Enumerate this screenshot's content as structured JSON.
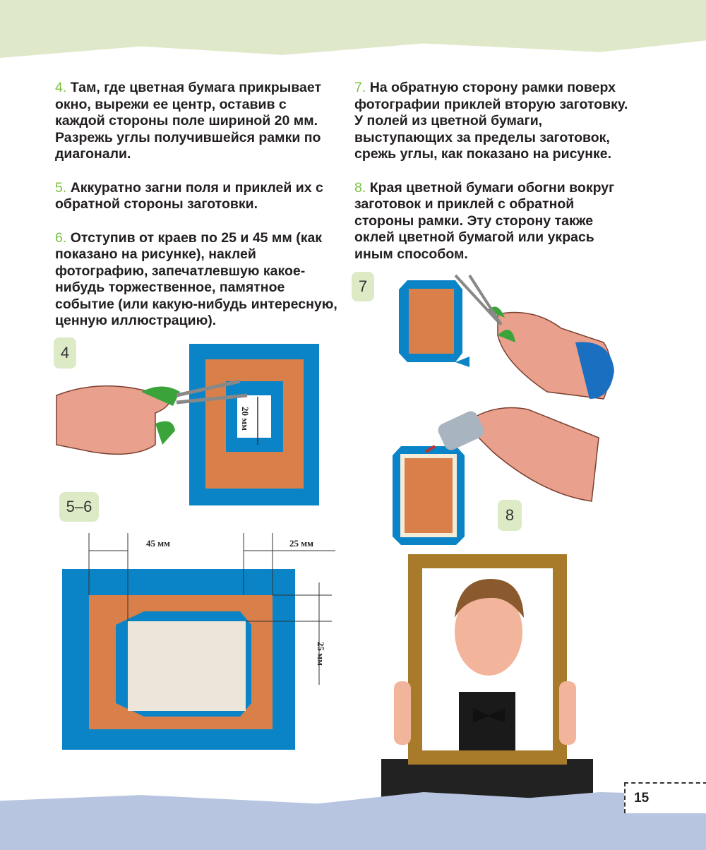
{
  "steps_left": [
    {
      "num": "4.",
      "text": "Там, где цветная бумага прикрывает окно, вырежи ее центр, оставив с каждой стороны поле шириной 20 мм. Разрежь углы получившейся рамки по диагонали."
    },
    {
      "num": "5.",
      "text": "Аккуратно загни поля и приклей их с обратной стороны заготовки."
    },
    {
      "num": "6.",
      "text": "Отступив от краев по 25 и 45 мм (как показано на рисунке), наклей фотографию, запечатлевшую какое-нибудь торжественное, памятное событие (или какую-нибудь интересную, ценную иллюстрацию)."
    }
  ],
  "steps_right": [
    {
      "num": "7.",
      "text": "На обратную сторону рамки поверх фотографии приклей вторую заготовку. У полей из цветной бумаги, выступающих за пределы заготовок, срежь углы, как показано на рисунке."
    },
    {
      "num": "8.",
      "text": "Края цветной бумаги обогни вокруг заготовок и приклей с обратной стороны рамки. Эту сторону также оклей цветной бумагой или укрась иным способом."
    }
  ],
  "badges": {
    "step4": "4",
    "step56": "5–6",
    "step7": "7",
    "step8": "8"
  },
  "dimensions": {
    "inner_margin": "20 мм",
    "left": "45 мм",
    "right": "25 мм",
    "vertical": "25 мм"
  },
  "page_number": "15",
  "colors": {
    "blue": "#0a84c6",
    "wood": "#d9804a",
    "accent": "#7cc242",
    "top_band": "#dfe8c8",
    "bottom_band": "#b8c5e0"
  }
}
